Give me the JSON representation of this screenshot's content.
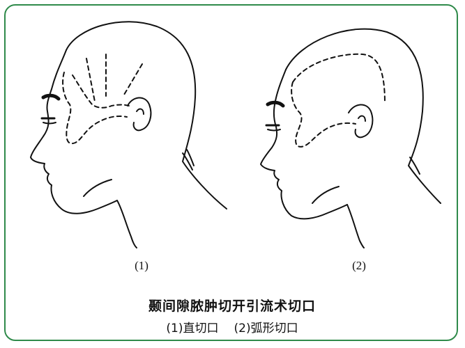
{
  "figure": {
    "panel_1_label": "(1)",
    "panel_2_label": "(2)",
    "title": "颞间隙脓肿切开引流术切口",
    "subtitle_1": "(1)直切口",
    "subtitle_2": "(2)弧形切口"
  },
  "colors": {
    "frame": "#2f8a4a",
    "line": "#111111"
  }
}
